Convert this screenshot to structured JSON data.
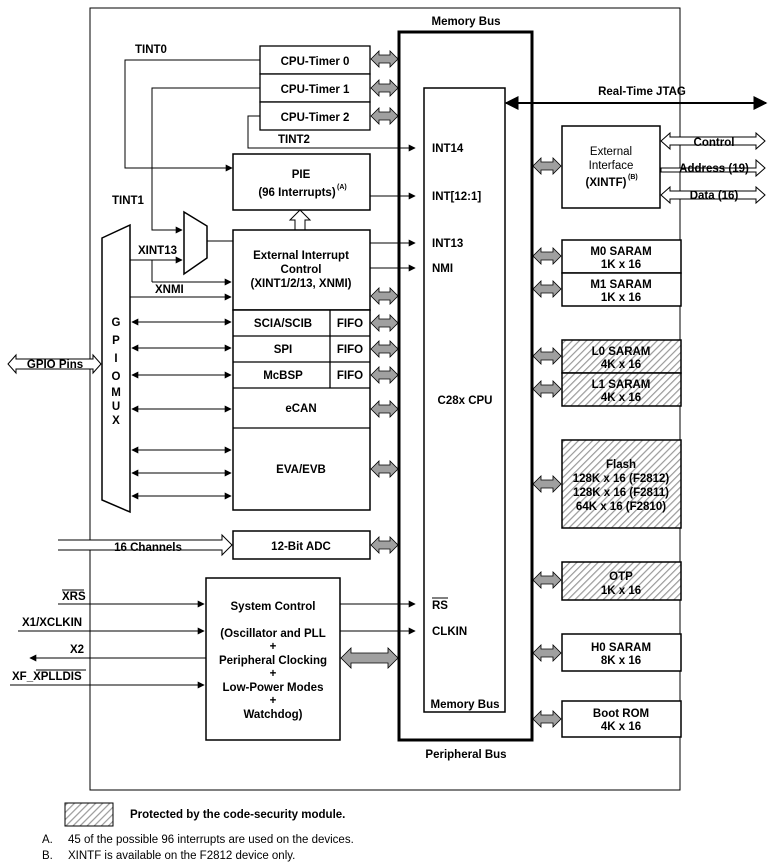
{
  "buses": {
    "memory_bus_top": "Memory Bus",
    "memory_bus_inner": "Memory Bus",
    "peripheral_bus": "Peripheral Bus",
    "real_time_jtag": "Real-Time JTAG",
    "cpu": "C28x CPU"
  },
  "timers": [
    "CPU-Timer 0",
    "CPU-Timer 1",
    "CPU-Timer 2"
  ],
  "timer_signals": {
    "tint0": "TINT0",
    "tint1": "TINT1",
    "tint2": "TINT2"
  },
  "pie": {
    "line1": "PIE",
    "line2": "(96 Interrupts)",
    "note_ref": "(A)"
  },
  "cpu_pins": {
    "int14": "INT14",
    "int12_1": "INT[12:1]",
    "int13": "INT13",
    "nmi": "NMI",
    "rs": "RS",
    "clkin": "CLKIN"
  },
  "ext_int": {
    "line1": "External Interrupt",
    "line2": "Control",
    "line3": "(XINT1/2/13, XNMI)",
    "xint13": "XINT13",
    "xnmi": "XNMI"
  },
  "peripherals": {
    "scia": "SCIA/SCIB",
    "spi": "SPI",
    "mcbsp": "McBSP",
    "fifo": "FIFO",
    "ecan": "eCAN",
    "eva": "EVA/EVB",
    "adc": "12-Bit ADC",
    "channels": "16 Channels"
  },
  "gpio": {
    "mux_letters": [
      "G",
      "P",
      "I",
      "O",
      "",
      "M",
      "U",
      "X"
    ],
    "pins_label": "GPIO Pins"
  },
  "system_control": {
    "title": "System Control",
    "line1": "(Oscillator and PLL",
    "plus": "+",
    "line2": "Peripheral Clocking",
    "line3": "Low-Power Modes",
    "line4": "Watchdog)"
  },
  "system_signals": {
    "xrs": "XRS",
    "x1": "X1/XCLKIN",
    "x2": "X2",
    "xf": "XF_XPLLDIS"
  },
  "xintf": {
    "line1": "External",
    "line2": "Interface",
    "line3": "(XINTF)",
    "note_ref": "(B)",
    "control": "Control",
    "address": "Address (19)",
    "data": "Data (16)"
  },
  "memories": [
    {
      "name": "M0 SARAM",
      "size": "1K x 16",
      "protected": false
    },
    {
      "name": "M1 SARAM",
      "size": "1K x 16",
      "protected": false
    },
    {
      "name": "L0 SARAM",
      "size": "4K x 16",
      "protected": true
    },
    {
      "name": "L1 SARAM",
      "size": "4K x 16",
      "protected": true
    },
    {
      "name": "Flash",
      "size": "128K x 16 (F2812)",
      "size2": "128K x 16 (F2811)",
      "size3": "64K x 16 (F2810)",
      "protected": true
    },
    {
      "name": "OTP",
      "size": "1K x 16",
      "protected": true
    },
    {
      "name": "H0 SARAM",
      "size": "8K x 16",
      "protected": false
    },
    {
      "name": "Boot ROM",
      "size": "4K x 16",
      "protected": false
    }
  ],
  "legend": {
    "protected": "Protected by the code-security module."
  },
  "notes": [
    {
      "label": "A.",
      "text": "45 of the possible 96 interrupts are used on the devices."
    },
    {
      "label": "B.",
      "text": "XINTF is available on the F2812 device only."
    }
  ],
  "colors": {
    "line": "#000000",
    "arrow_fill": "#a0a0a0",
    "hatch": "#9a9a9a"
  }
}
